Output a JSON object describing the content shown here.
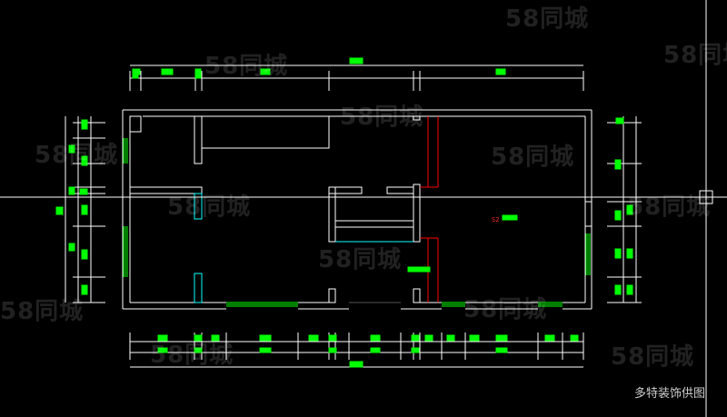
{
  "watermark_text": "58同城",
  "brand_caption": "多特装饰供图",
  "red_label": "S2",
  "colors": {
    "background": "#000000",
    "wall": "#ffffff",
    "dimension": "#ffffff",
    "dimension_text": "#00ff00",
    "window": "#00ff00",
    "cyan": "#00ffff",
    "red": "#ff0000",
    "crosshair": "#ffffff"
  },
  "icons": {
    "crosshair": "crosshair-cursor-icon"
  }
}
